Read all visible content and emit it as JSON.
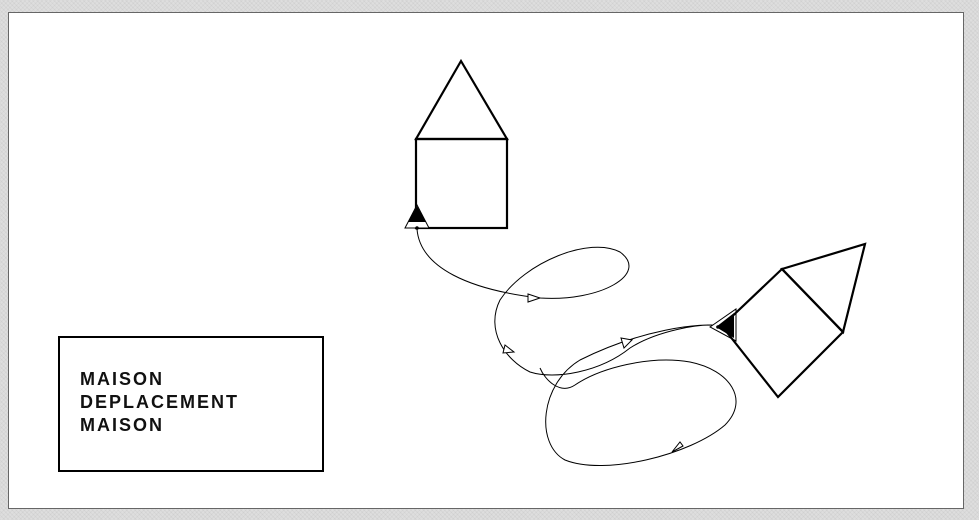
{
  "diagram": {
    "labels": [
      "MAISON",
      "DEPLACEMENT",
      "MAISON"
    ]
  },
  "colors": {
    "ink": "#000000",
    "paper": "#ffffff",
    "background": "#dedede"
  },
  "icons": {
    "source_house": "house-icon",
    "target_house": "house-icon",
    "start_marker": "triangle-marker-icon",
    "end_marker": "triangle-marker-icon",
    "path_arrows": "arrowhead-icon"
  }
}
